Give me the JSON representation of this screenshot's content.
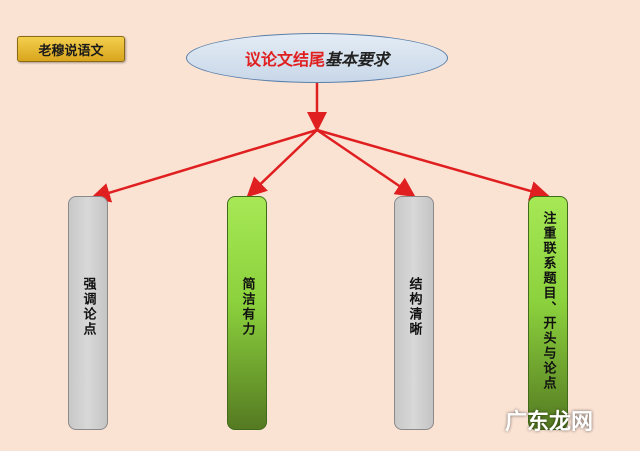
{
  "badge": {
    "label": "老穆说语文"
  },
  "title": {
    "part1": "议论文结尾",
    "part2": "基本要求"
  },
  "boxes": [
    {
      "label": "强调论点"
    },
    {
      "label": "简洁有力"
    },
    {
      "label": "结构清晰"
    },
    {
      "label": "注重联系题目、开头与论点"
    }
  ],
  "watermark": {
    "text": "广东龙网"
  },
  "colors": {
    "arrow": "#e02020",
    "background": "#fbe3d4",
    "green": "#8cd23d",
    "grey": "#d0d0d0"
  }
}
